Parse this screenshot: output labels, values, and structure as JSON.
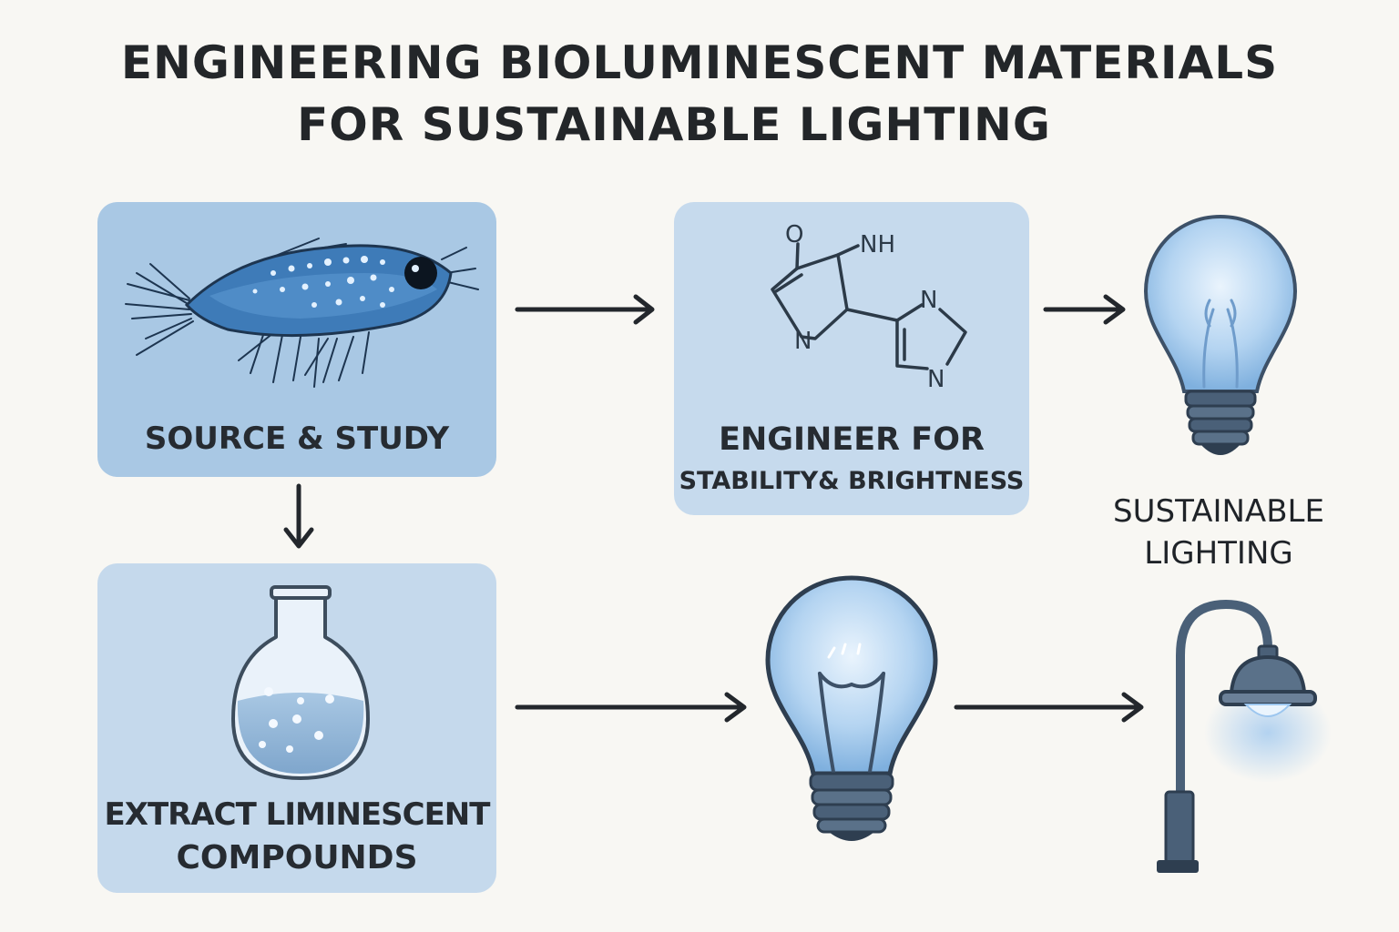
{
  "title": {
    "line1": "ENGINEERING BIOLUMINESCENT MATERIALS",
    "line2": "FOR SUSTAINABLE LIGHTING"
  },
  "steps": {
    "source": {
      "label": "SOURCE & STUDY",
      "icon": "glowing-fish-icon"
    },
    "extract": {
      "label_line1": "EXTRACT LIMINESCENT",
      "label_line2": "COMPOUNDS",
      "icon": "flask-icon"
    },
    "engineer": {
      "label_line1": "ENGINEER FOR",
      "label_line2": "STABILITY& BRIGHTNESS",
      "icon": "molecule-icon",
      "molecule_atoms": {
        "o": "O",
        "nh": "NH",
        "n1": "N",
        "n2": "N",
        "n3": "N"
      }
    },
    "sustainable": {
      "label_line1": "SUSTAINABLE",
      "label_line2": "LIGHTING",
      "icons": [
        "light-bulb-icon",
        "street-lamp-icon"
      ]
    }
  },
  "colors": {
    "background": "#f8f7f3",
    "card_dark": "#a9c8e4",
    "card_light": "#c5d9ec",
    "ink": "#232629",
    "glow": "#9cc6ef"
  }
}
